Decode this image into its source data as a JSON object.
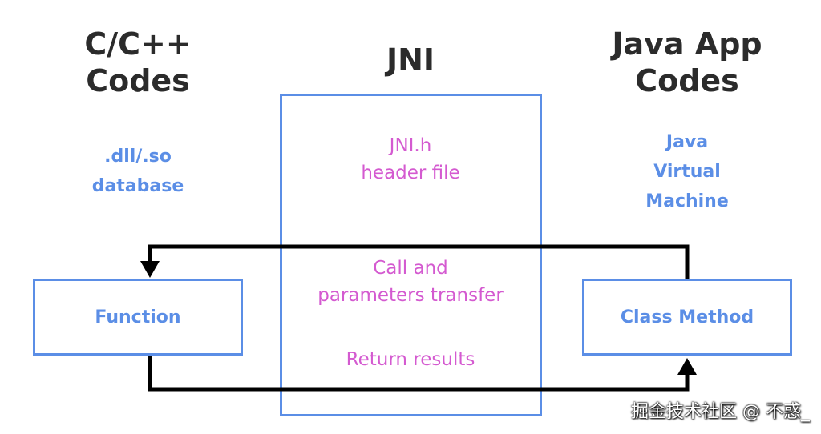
{
  "headings": {
    "left": [
      "C/C++",
      "Codes"
    ],
    "middle": "JNI",
    "right": [
      "Java App",
      "Codes"
    ]
  },
  "left_column": {
    "library": [
      ".dll/.so",
      "database"
    ],
    "function_label": "Function"
  },
  "middle_column": {
    "header": [
      "JNI.h",
      "header file"
    ],
    "call": [
      "Call and",
      "parameters transfer"
    ],
    "return": "Return results"
  },
  "right_column": {
    "jvm": [
      "Java",
      "Virtual",
      "Machine"
    ],
    "method_label": "Class Method"
  },
  "watermark": "掘金技术社区 @ 不惑_",
  "colors": {
    "box_border": "#5b8ee6",
    "blue_text": "#5b8ee6",
    "pink_text": "#d45ad0",
    "heading": "#2b2b2b",
    "arrow": "#000000"
  }
}
